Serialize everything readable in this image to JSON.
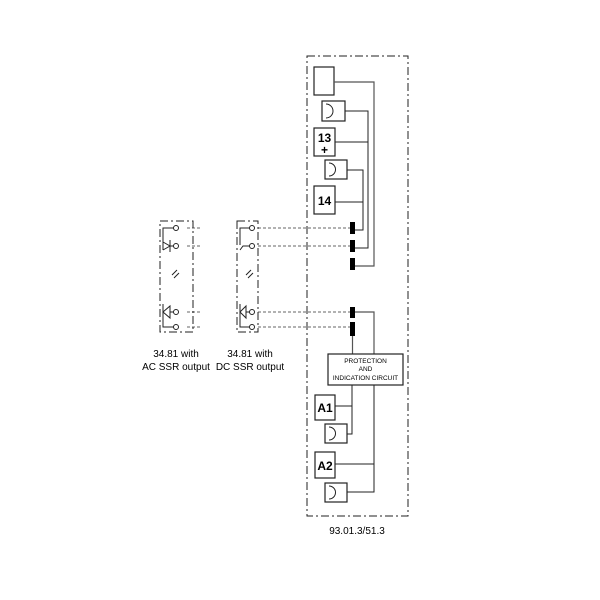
{
  "terminals": {
    "t13": "13",
    "t13_sign": "+",
    "t14": "14",
    "a1": "A1",
    "a2": "A2"
  },
  "protection_box": [
    "PROTECTION",
    "AND",
    "INDICATION CIRCUIT"
  ],
  "modules": [
    {
      "line1": "34.81 with",
      "line2": "AC SSR output"
    },
    {
      "line1": "34.81 with",
      "line2": "DC SSR output"
    }
  ],
  "socket_label": "93.01.3/51.3"
}
